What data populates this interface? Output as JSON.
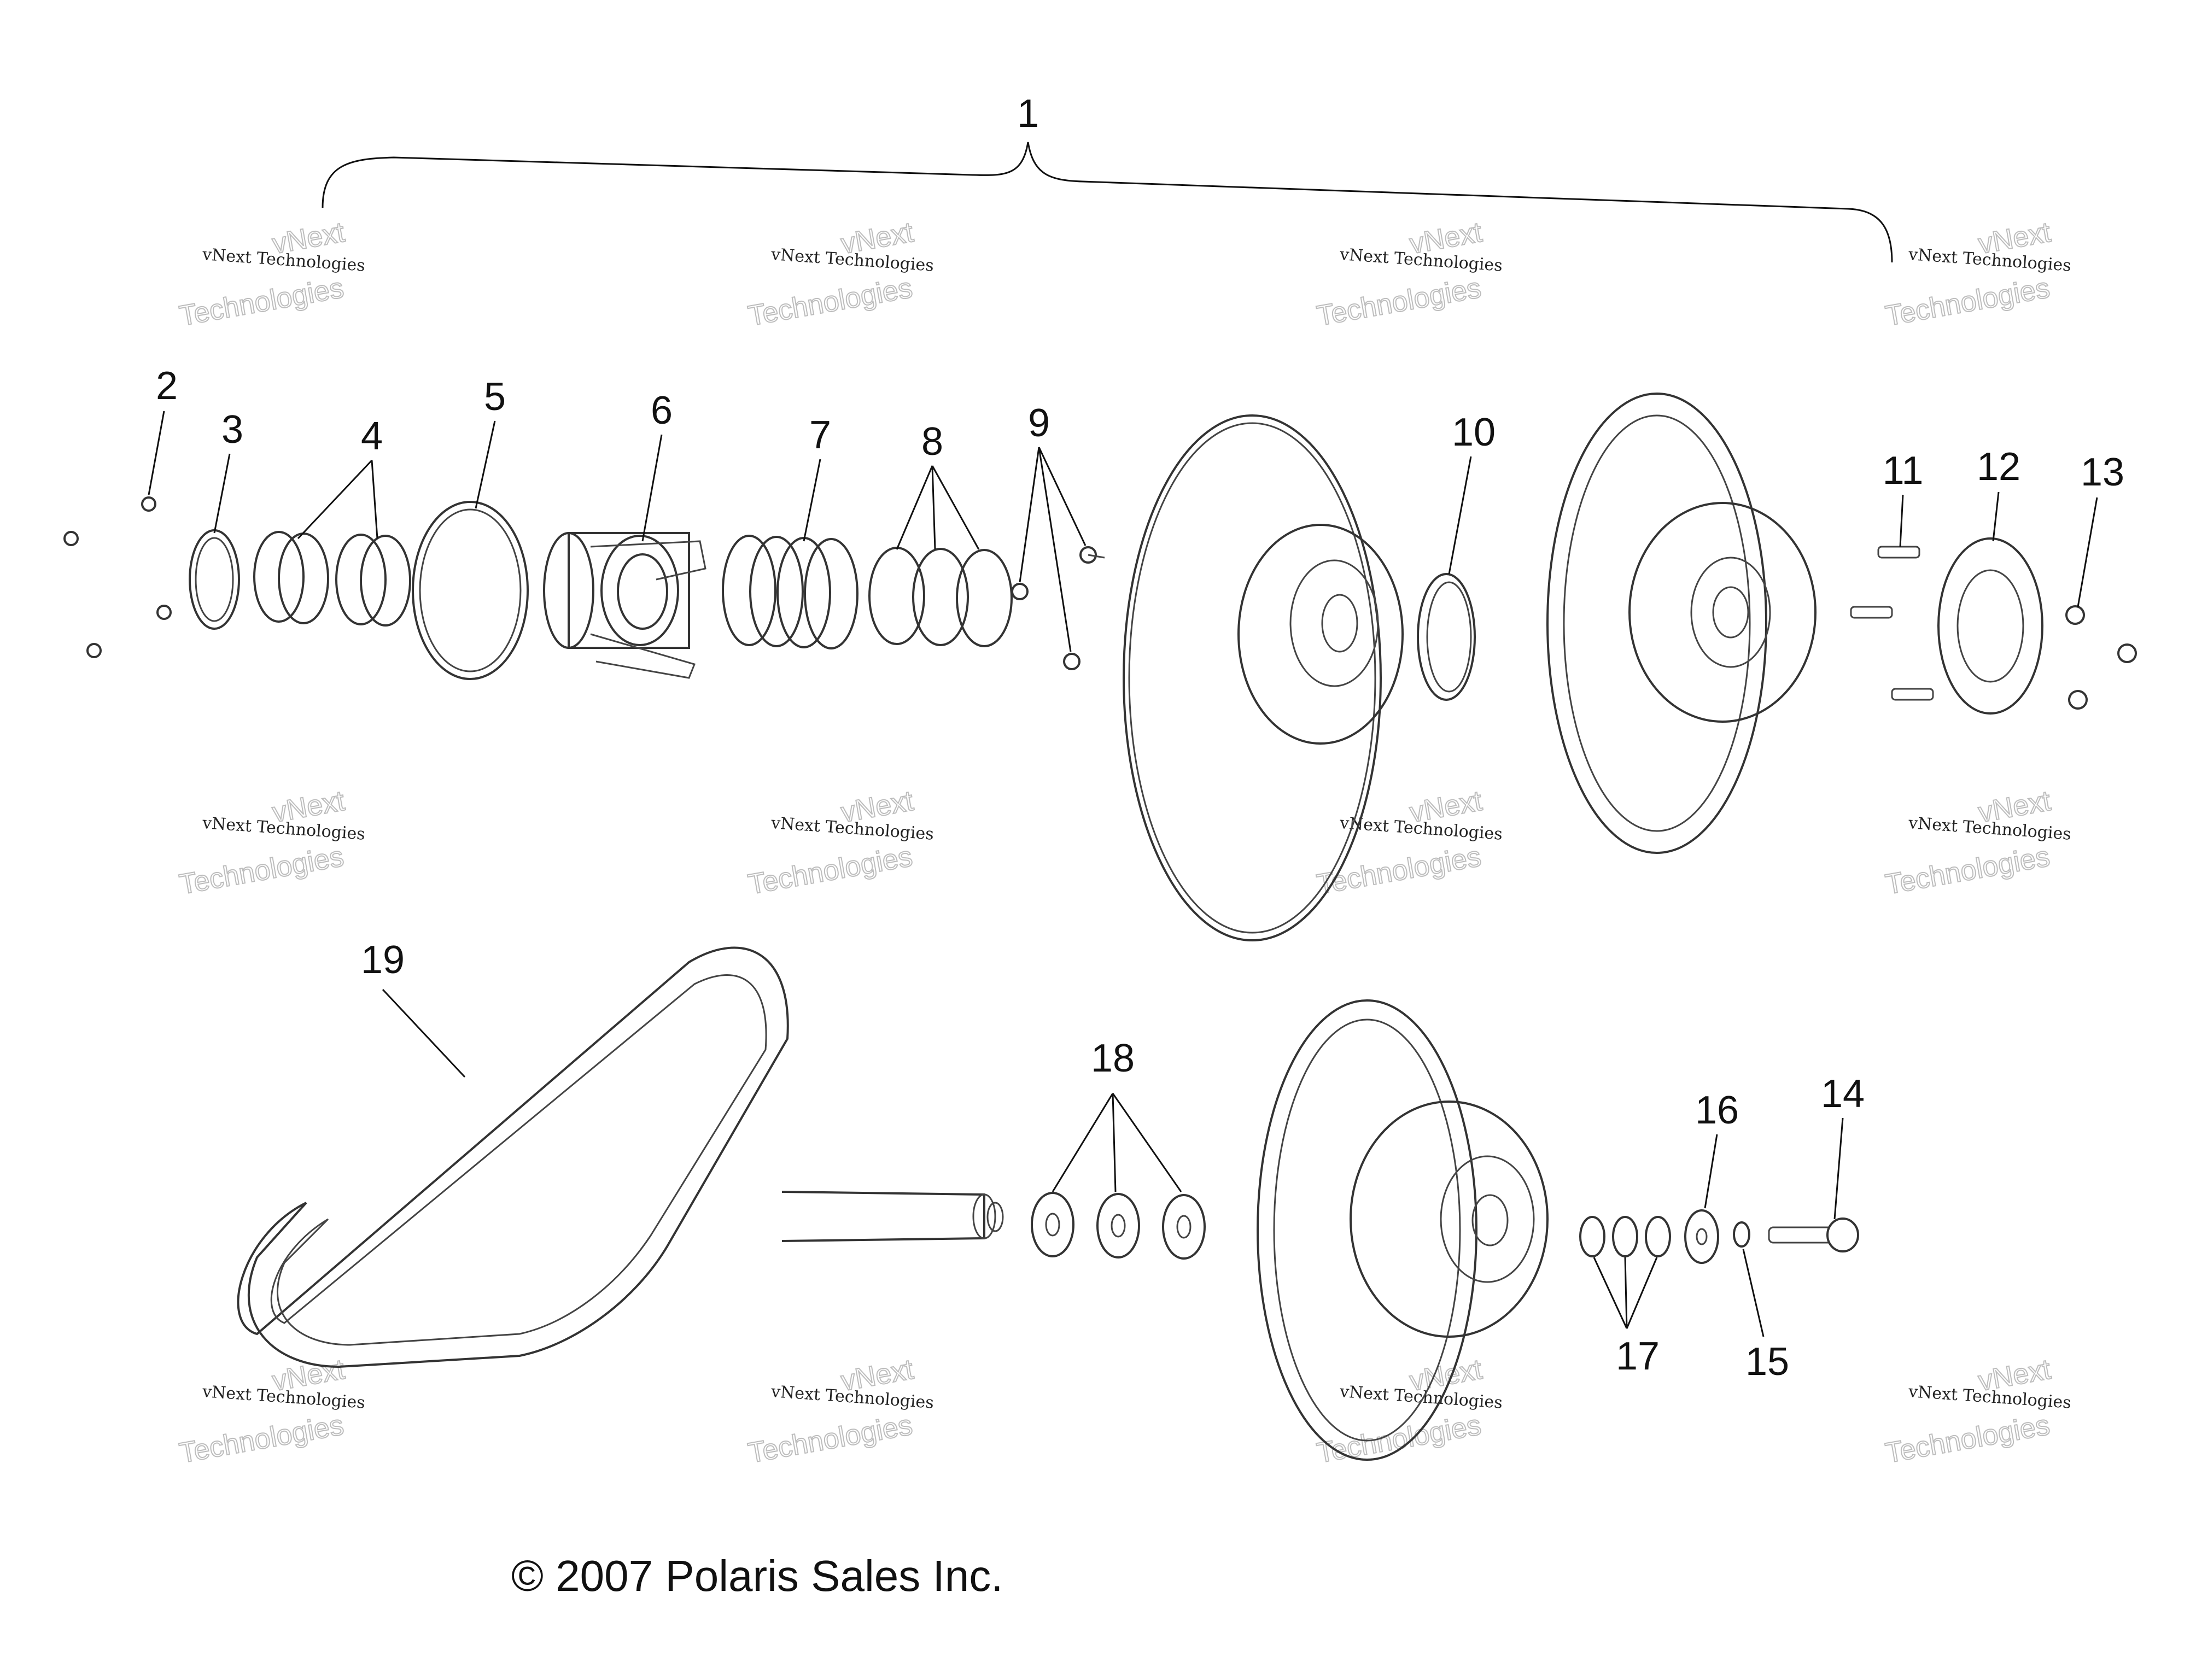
{
  "callouts": [
    "1",
    "2",
    "3",
    "4",
    "5",
    "6",
    "7",
    "8",
    "9",
    "10",
    "11",
    "12",
    "13",
    "14",
    "15",
    "16",
    "17",
    "18",
    "19"
  ],
  "copyright": "© 2007 Polaris Sales Inc.",
  "watermark": {
    "line_a": "vNext Technologies",
    "line_b": "vNext",
    "line_c": "Technologies"
  }
}
